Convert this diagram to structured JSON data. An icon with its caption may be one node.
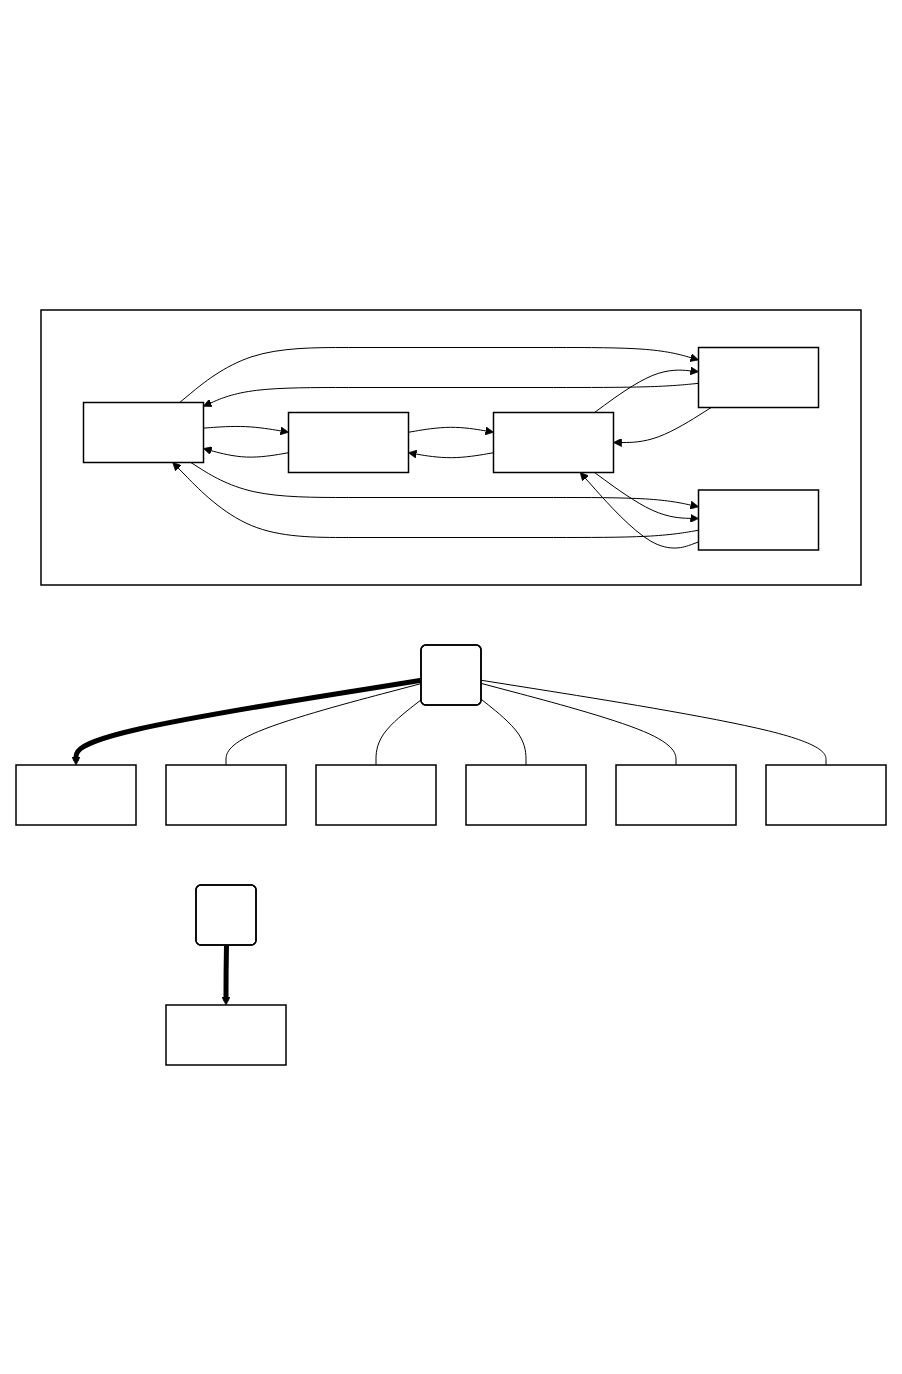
{
  "diagram": {
    "nodes": [
      {
        "text": [],
        "shape": "box"
      },
      {
        "text": [],
        "shape": "box",
        "in": 0
      },
      {
        "text": [],
        "shape": "box",
        "in": 0
      },
      {
        "text": [],
        "shape": "box",
        "in": 0
      },
      {
        "text": [],
        "shape": "box",
        "in": 0
      },
      {
        "text": [],
        "shape": "box",
        "in": 0
      },
      {
        "text": [],
        "shape": "box"
      },
      {
        "text": [],
        "shape": "box"
      },
      {
        "text": [],
        "shape": "box"
      },
      {
        "text": [],
        "shape": "box"
      },
      {
        "text": [],
        "shape": "box"
      },
      {
        "text": [],
        "shape": "box"
      },
      {
        "text": [],
        "shape": "box"
      },
      {
        "text": [],
        "shape": "box"
      },
      {
        "text": [],
        "shape": "box"
      }
    ],
    "edges": [
      {
        "from": 1,
        "to": 2,
        "arrow": "to"
      },
      {
        "from": 2,
        "to": 1,
        "arrow": "to"
      },
      {
        "from": 1,
        "to": 3,
        "arrow": "to"
      },
      {
        "from": 3,
        "to": 1,
        "arrow": "to"
      },
      {
        "from": 1,
        "to": 4,
        "arrow": "to"
      },
      {
        "from": 4,
        "to": 1,
        "arrow": "to"
      },
      {
        "from": 2,
        "to": 5,
        "arrow": "to"
      },
      {
        "from": 5,
        "to": 2,
        "arrow": "to"
      },
      {
        "from": 3,
        "to": 5,
        "arrow": "to"
      },
      {
        "from": 5,
        "to": 3,
        "arrow": "to"
      },
      {
        "from": 4,
        "to": 5,
        "arrow": "to"
      },
      {
        "from": 5,
        "to": 4,
        "arrow": "to"
      },
      {
        "from": 6,
        "to": 7,
        "arrow": "to",
        "style": "thick"
      },
      {
        "from": 6,
        "to": 8,
        "arrow": "none"
      },
      {
        "from": 6,
        "to": 9,
        "arrow": "none"
      },
      {
        "from": 6,
        "to": 10,
        "arrow": "none"
      },
      {
        "from": 6,
        "to": 11,
        "arrow": "none"
      },
      {
        "from": 6,
        "to": 12,
        "arrow": "none"
      },
      {
        "from": 13,
        "to": 14,
        "arrow": "to",
        "style": "thick"
      }
    ]
  }
}
